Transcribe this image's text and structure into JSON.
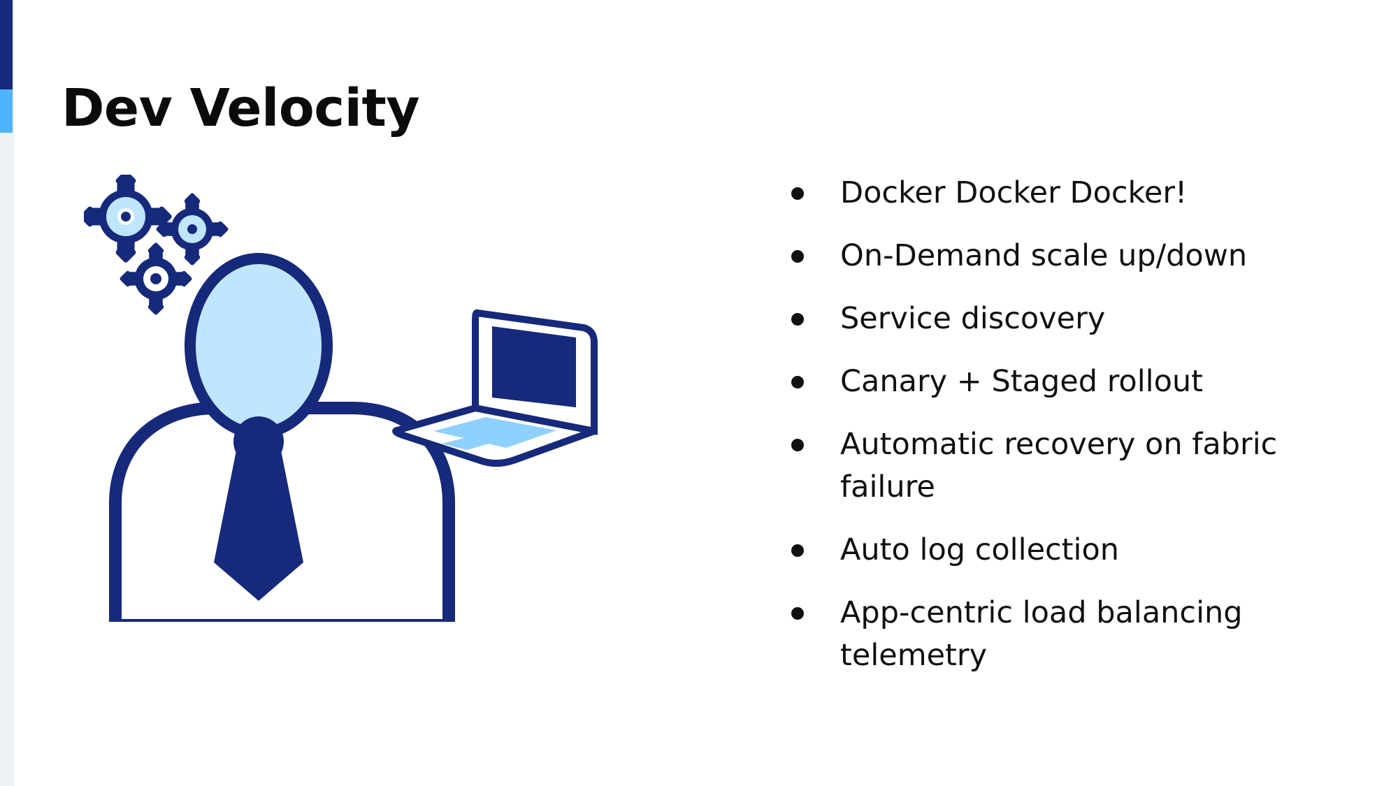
{
  "slide": {
    "title": "Dev Velocity",
    "bullets": [
      "Docker Docker Docker!",
      "On-Demand scale up/down",
      "Service discovery",
      "Canary + Staged rollout",
      "Automatic recovery on fabric failure",
      "Auto log collection",
      "App-centric load balancing telemetry"
    ]
  },
  "icons": {
    "main": "developer-illustration",
    "gears": "gears-icon",
    "person": "person-icon",
    "laptop": "laptop-icon"
  },
  "colors": {
    "navy": "#16297a",
    "light_blue": "#bfe6ff",
    "accent_blue": "#4fb4ff",
    "text": "#111111"
  }
}
